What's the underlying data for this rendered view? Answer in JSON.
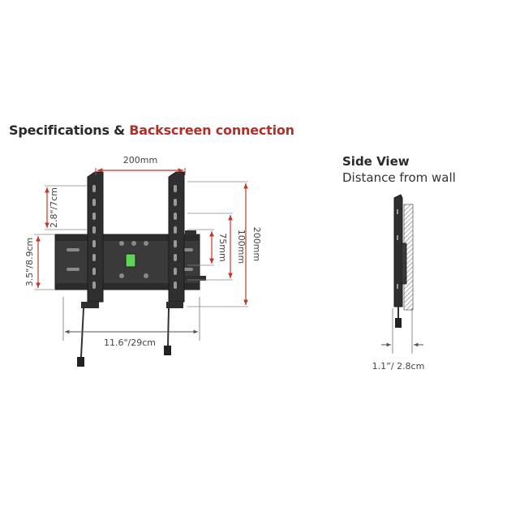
{
  "heading": {
    "prefix": "Specifications & ",
    "accent": "Backscreen connection"
  },
  "side_view": {
    "title": "Side View",
    "subtitle": "Distance from wall",
    "depth_label": "1.1”/ 2.8cm"
  },
  "dimensions": {
    "rail_spacing": "200mm",
    "rail_height": "2.8\"/7cm",
    "plate_height": "3.5\"/8.9cm",
    "width": "11.6\"/29cm",
    "vesa_75": "75mm",
    "vesa_100": "100mm",
    "vesa_200": "200mm"
  },
  "colors": {
    "accent": "#b0312b",
    "arrow": "#c0392b",
    "bracket": "#2b2b2b"
  }
}
